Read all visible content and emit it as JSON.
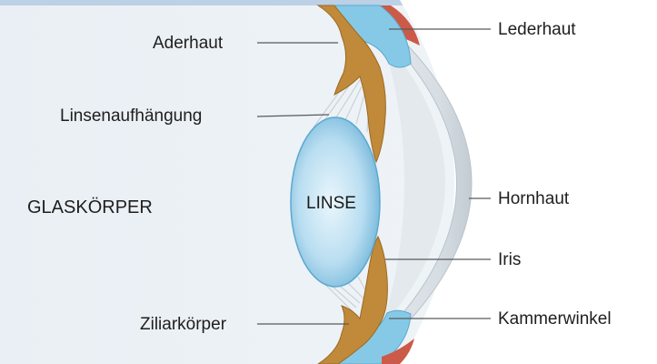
{
  "labels": {
    "aderhaut": "Aderhaut",
    "linsenaufhaengung": "Linsenaufhängung",
    "glaskoerper": "GLASKÖRPER",
    "linse": "LINSE",
    "ziliarkoerper": "Ziliarkörper",
    "lederhaut": "Lederhaut",
    "hornhaut": "Hornhaut",
    "iris": "Iris",
    "kammerwinkel": "Kammerwinkel"
  },
  "colors": {
    "background": "#eef3f7",
    "top_band": "#bcd0e6",
    "choroid_brown": "#c08a3a",
    "sclera_blue": "#86c9e6",
    "sclera_red": "#cc5a48",
    "lens_fill": "#b5dcf0",
    "cornea_gray": "#d9dfe3",
    "leader_line": "#5a5a5a"
  }
}
